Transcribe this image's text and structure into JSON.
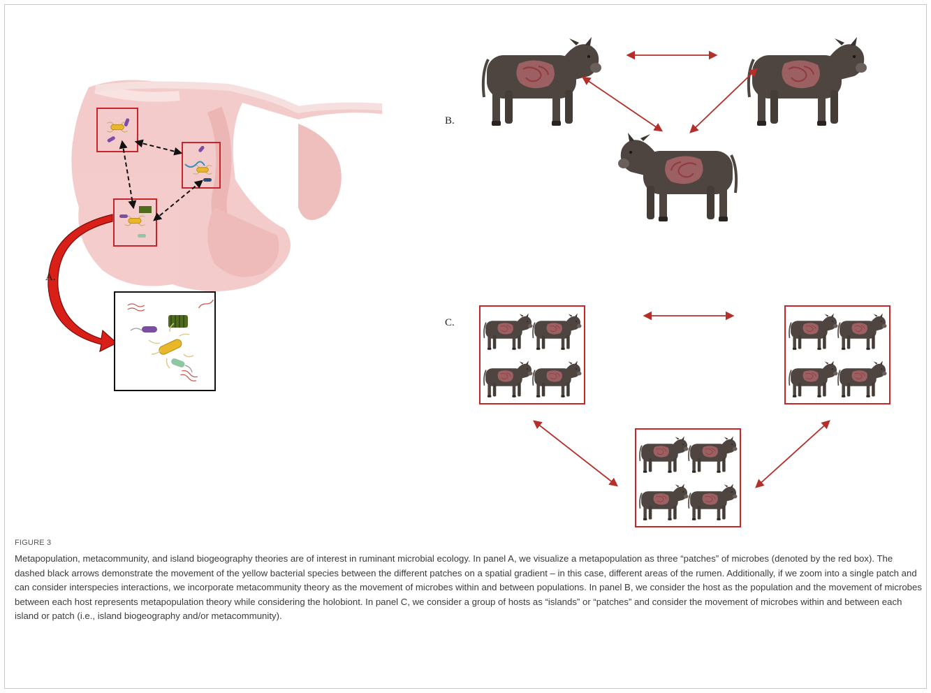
{
  "figure": {
    "number": "FIGURE 3",
    "caption": "Metapopulation, metacommunity, and island biogeography theories are of interest in ruminant microbial ecology. In panel A, we visualize a metapopulation as three “patches” of microbes (denoted by the red box). The dashed black arrows demonstrate the movement of the yellow bacterial species between the different patches on a spatial gradient – in this case, different areas of the rumen. Additionally, if we zoom into a single patch and can consider interspecies interactions, we incorporate metacommunity theory as the movement of microbes within and between populations. In panel B, we consider the host as the population and the movement of microbes between each host represents metapopulation theory while considering the holobiont. In panel C, we consider a group of hosts as “islands” or “patches” and consider the movement of microbes within and between each island or patch (i.e., island biogeography and/or metacommunity)."
  },
  "panels": {
    "a": {
      "label": "A."
    },
    "b": {
      "label": "B."
    },
    "c": {
      "label": "C."
    }
  },
  "colors": {
    "patch_box": "#c8252b",
    "arrow_red": "#b52f2a",
    "zoom_arrow": "#d81f18",
    "cow_body": "#4e4540",
    "rumen_pink": "#f3c9c8",
    "gut_pink": "#b76a6d"
  }
}
